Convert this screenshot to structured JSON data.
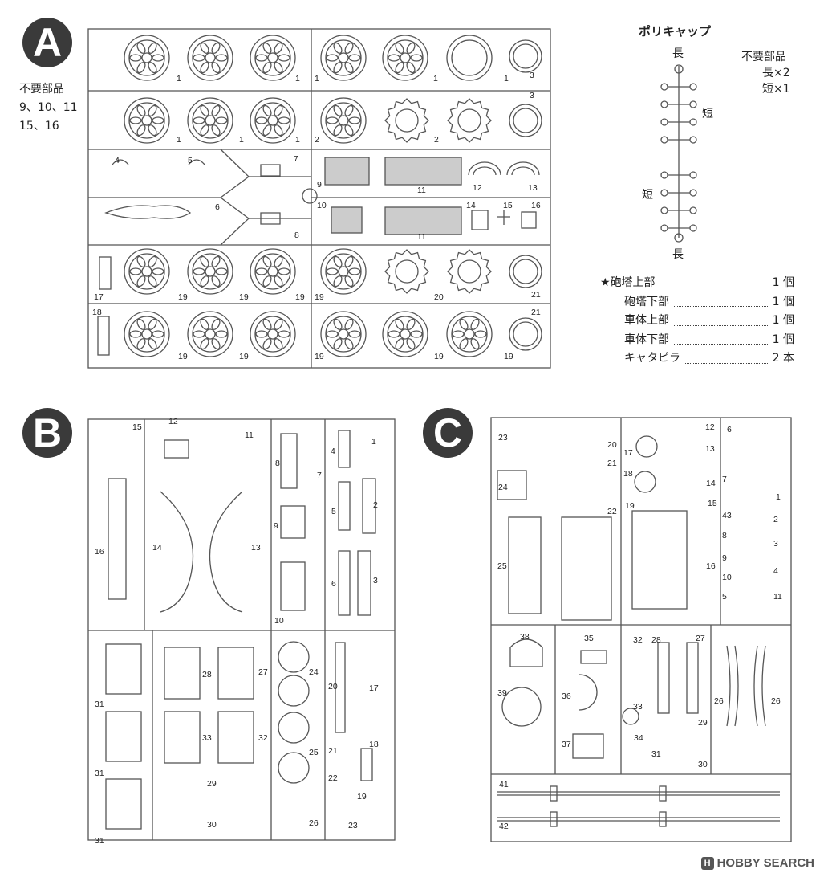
{
  "sprues": {
    "A": {
      "letter": "A",
      "unused_title": "不要部品",
      "unused_line1": "9、10、11",
      "unused_line2": "15、16"
    },
    "B": {
      "letter": "B"
    },
    "C": {
      "letter": "C"
    }
  },
  "polycap": {
    "title": "ポリキャップ",
    "long": "長",
    "short": "短",
    "unused_title": "不要部品",
    "unused_long": "長×2",
    "unused_short": "短×1"
  },
  "parts_list": [
    {
      "star": "★",
      "name": "砲塔上部",
      "qty": "1 個"
    },
    {
      "star": "",
      "name": "砲塔下部",
      "qty": "1 個"
    },
    {
      "star": "",
      "name": "車体上部",
      "qty": "1 個"
    },
    {
      "star": "",
      "name": "車体下部",
      "qty": "1 個"
    },
    {
      "star": "",
      "name": "キャタピラ",
      "qty": "2 本"
    }
  ],
  "labels_A": [
    "1",
    "1",
    "1",
    "1",
    "1",
    "3",
    "1",
    "1",
    "1",
    "2",
    "2",
    "3",
    "4",
    "5",
    "7",
    "9",
    "11",
    "12",
    "13",
    "6",
    "8",
    "10",
    "11",
    "14",
    "15",
    "16",
    "17",
    "19",
    "19",
    "19",
    "19",
    "20",
    "21",
    "18",
    "19",
    "19",
    "19",
    "19",
    "19",
    "21"
  ],
  "labels_B": [
    "15",
    "12",
    "11",
    "16",
    "14",
    "13",
    "8",
    "7",
    "4",
    "1",
    "2",
    "9",
    "5",
    "6",
    "3",
    "10",
    "31",
    "28",
    "27",
    "24",
    "20",
    "17",
    "18",
    "33",
    "32",
    "25",
    "21",
    "22",
    "19",
    "29",
    "30",
    "26",
    "23",
    "31",
    "31"
  ],
  "labels_C": [
    "23",
    "20",
    "21",
    "17",
    "12",
    "13",
    "6",
    "24",
    "22",
    "18",
    "14",
    "7",
    "1",
    "19",
    "15",
    "43",
    "2",
    "25",
    "16",
    "8",
    "3",
    "9",
    "4",
    "10",
    "11",
    "5",
    "38",
    "35",
    "32",
    "28",
    "27",
    "39",
    "36",
    "33",
    "29",
    "26",
    "26",
    "37",
    "34",
    "31",
    "30",
    "41",
    "42"
  ],
  "watermark": "HOBBY SEARCH",
  "watermark_mark": "H"
}
